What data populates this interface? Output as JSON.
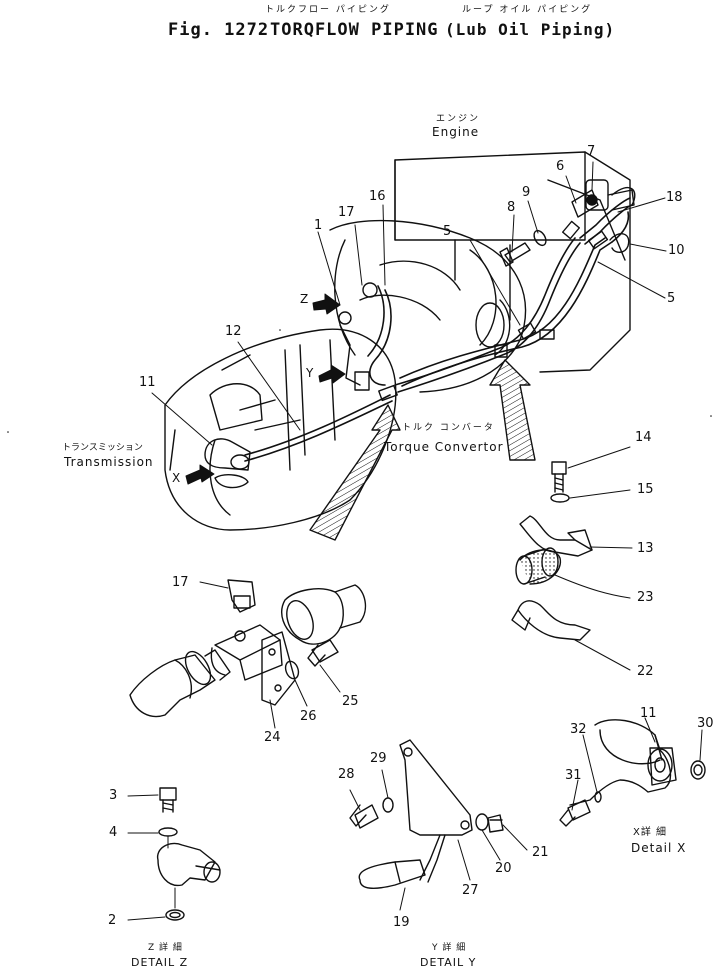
{
  "header": {
    "kana_title": "トルクフロー パイピング",
    "fig_label": "Fig. 1272",
    "title": "TORQFLOW PIPING",
    "kana_sub": "ループ オイル パイピング",
    "subtitle": "(Lub Oil Piping)"
  },
  "labels": {
    "engine_kana": "エンジン",
    "engine": "Engine",
    "transmission_kana": "トランスミッション",
    "transmission": "Transmission",
    "converter_kana": "トルク コンバータ",
    "converter": "Torque Convertor",
    "marker_x": "X",
    "marker_y": "Y",
    "marker_z": "Z"
  },
  "part_numbers": {
    "p1": "1",
    "p2": "2",
    "p3": "3",
    "p4": "4",
    "p5a": "5",
    "p5b": "5",
    "p6": "6",
    "p7": "7",
    "p8": "8",
    "p9": "9",
    "p10": "10",
    "p11a": "11",
    "p11b": "11",
    "p12": "12",
    "p13": "13",
    "p14": "14",
    "p15": "15",
    "p16": "16",
    "p17a": "17",
    "p17b": "17",
    "p18": "18",
    "p19": "19",
    "p20": "20",
    "p21": "21",
    "p22": "22",
    "p23": "23",
    "p24": "24",
    "p25": "25",
    "p26": "26",
    "p27": "27",
    "p28": "28",
    "p29": "29",
    "p30": "30",
    "p31": "31",
    "p32": "32"
  },
  "details": {
    "x_kana": "X詳 細",
    "x_label": "Detail X",
    "y_kana": "Y 詳 細",
    "y_label": "DETAIL Y",
    "z_kana": "Z 詳 細",
    "z_label": "DETAIL Z"
  }
}
